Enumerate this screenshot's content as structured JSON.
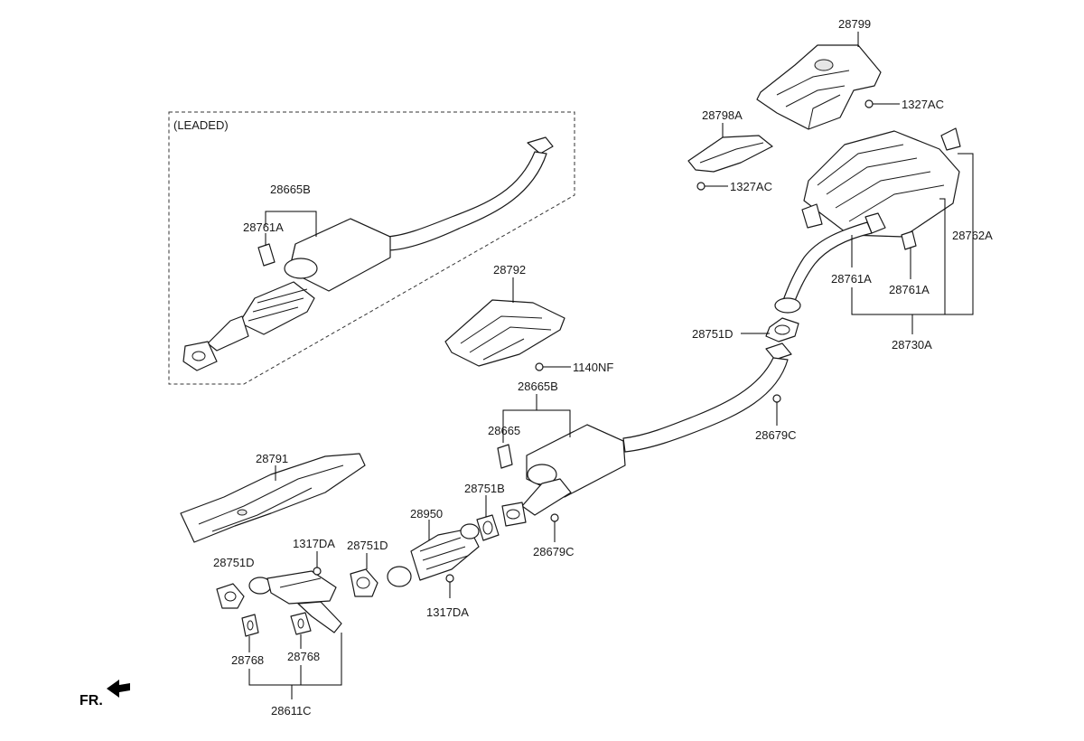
{
  "diagram": {
    "variant_label": "(LEADED)",
    "direction_label": "FR.",
    "labels": {
      "p28799": "28799",
      "p1327AC_top": "1327AC",
      "p28798A": "28798A",
      "p1327AC_mid": "1327AC",
      "p28762A": "28762A",
      "p28761A_a": "28761A",
      "p28761A_b": "28761A",
      "p28730A": "28730A",
      "p28751D_right": "28751D",
      "p28679C_right": "28679C",
      "p28792": "28792",
      "p1140NF": "1140NF",
      "p28665B_main": "28665B",
      "p28665": "28665",
      "p28751B": "28751B",
      "p28679C_mid": "28679C",
      "p28950": "28950",
      "p1317DA_mid": "1317DA",
      "p28751D_mid": "28751D",
      "p1317DA_left": "1317DA",
      "p28751D_left": "28751D",
      "p28791": "28791",
      "p28768_a": "28768",
      "p28768_b": "28768",
      "p28611C": "28611C",
      "p28665B_leaded": "28665B",
      "p28761A_leaded": "28761A"
    }
  }
}
